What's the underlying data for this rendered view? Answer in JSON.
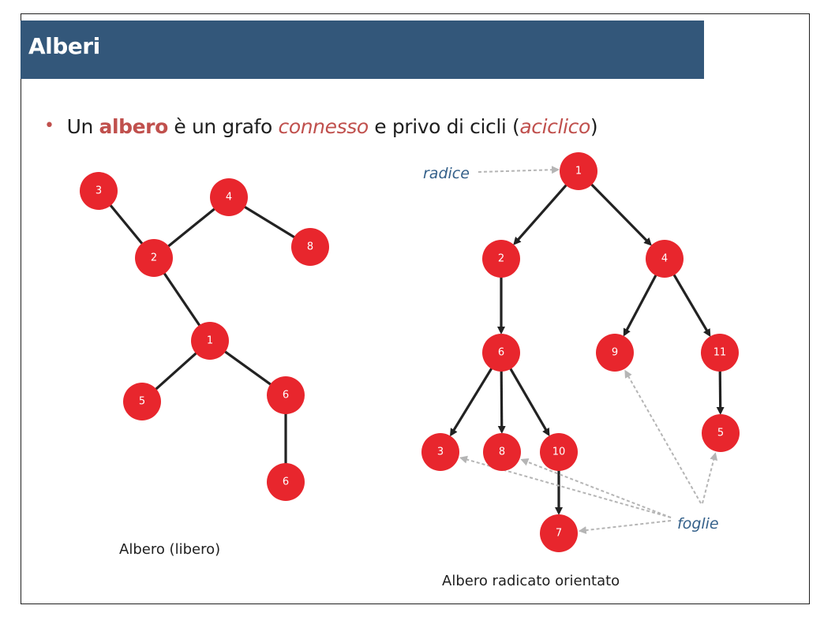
{
  "slide": {
    "title": "Alberi",
    "bullet": {
      "p1": "Un ",
      "p2": "albero",
      "p3": " è un grafo ",
      "p4": "connesso",
      "p5": " e privo di cicli (",
      "p6": "aciclico",
      "p7": ")"
    }
  },
  "free_tree": {
    "caption": "Albero (libero)",
    "nodes": [
      {
        "id": "f3",
        "label": "3"
      },
      {
        "id": "f4",
        "label": "4"
      },
      {
        "id": "f8",
        "label": "8"
      },
      {
        "id": "f2",
        "label": "2"
      },
      {
        "id": "f1",
        "label": "1"
      },
      {
        "id": "f5",
        "label": "5"
      },
      {
        "id": "f6a",
        "label": "6"
      },
      {
        "id": "f6b",
        "label": "6"
      }
    ],
    "edges": [
      [
        "f3",
        "f2"
      ],
      [
        "f2",
        "f4"
      ],
      [
        "f4",
        "f8"
      ],
      [
        "f2",
        "f1"
      ],
      [
        "f1",
        "f5"
      ],
      [
        "f1",
        "f6a"
      ],
      [
        "f6a",
        "f6b"
      ]
    ]
  },
  "rooted_tree": {
    "caption": "Albero radicato orientato",
    "root_label": "radice",
    "leaves_label": "foglie",
    "nodes": [
      {
        "id": "r1",
        "label": "1"
      },
      {
        "id": "r2",
        "label": "2"
      },
      {
        "id": "r4",
        "label": "4"
      },
      {
        "id": "r6",
        "label": "6"
      },
      {
        "id": "r9",
        "label": "9"
      },
      {
        "id": "r11",
        "label": "11"
      },
      {
        "id": "r3",
        "label": "3"
      },
      {
        "id": "r8",
        "label": "8"
      },
      {
        "id": "r10",
        "label": "10"
      },
      {
        "id": "r5",
        "label": "5"
      },
      {
        "id": "r7",
        "label": "7"
      }
    ],
    "edges": [
      [
        "r1",
        "r2"
      ],
      [
        "r1",
        "r4"
      ],
      [
        "r2",
        "r6"
      ],
      [
        "r4",
        "r9"
      ],
      [
        "r4",
        "r11"
      ],
      [
        "r6",
        "r3"
      ],
      [
        "r6",
        "r8"
      ],
      [
        "r6",
        "r10"
      ],
      [
        "r11",
        "r5"
      ],
      [
        "r10",
        "r7"
      ]
    ],
    "leaves": [
      "r3",
      "r8",
      "r7",
      "r9",
      "r5"
    ],
    "root": "r1"
  },
  "colors": {
    "title_bar": "#33577a",
    "node": "#e8262d",
    "edge": "#222222",
    "keyword": "#c0504d",
    "annotation": "#34608a",
    "dashed_arrow": "#b5b5b5"
  }
}
